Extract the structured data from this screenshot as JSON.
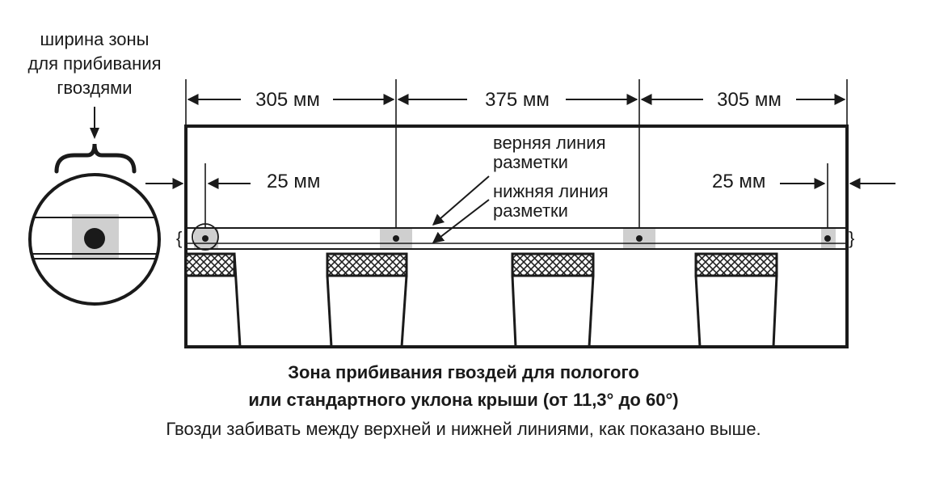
{
  "nail_zone_width_label": [
    "ширина зоны",
    "для прибивания",
    "гвоздями"
  ],
  "dimensions": {
    "left_segment": "305 мм",
    "middle_segment": "375 мм",
    "right_segment": "305 мм",
    "left_edge_offset": "25 мм",
    "right_edge_offset": "25 мм"
  },
  "marking_lines": {
    "upper": [
      "верняя линия",
      "разметки"
    ],
    "lower": [
      "нижняя линия",
      "разметки"
    ]
  },
  "caption": {
    "line1": "Зона прибивания гвоздей для пологого",
    "line2": "или стандартного уклона крыши (от 11,3° до 60°)",
    "line3": "Гвозди забивать между верхней и нижней линиями, как показано выше."
  }
}
